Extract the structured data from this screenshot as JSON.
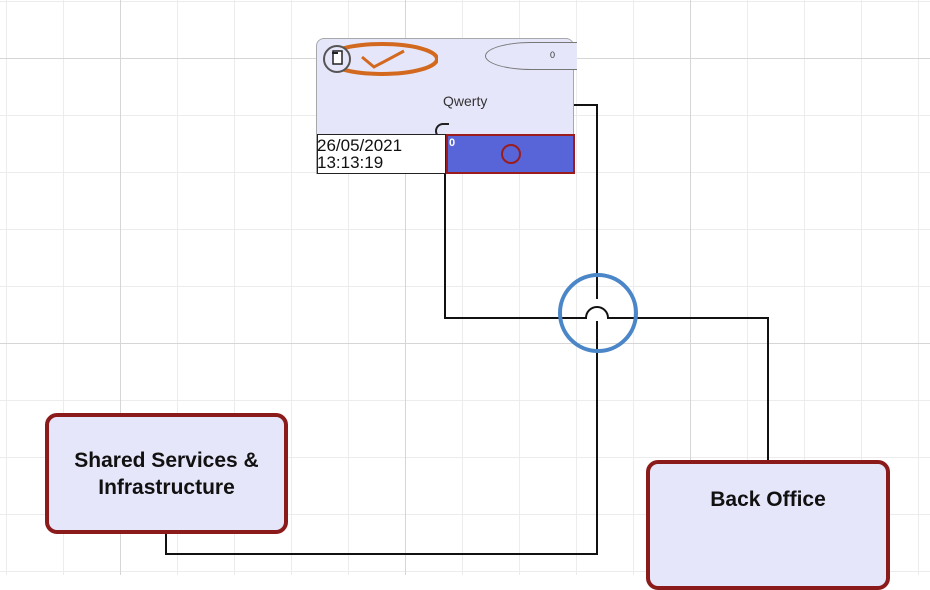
{
  "card": {
    "title": "Qwerty",
    "counter": "0",
    "date": "26/05/2021",
    "time": "13:13:19",
    "status_number": "0"
  },
  "nodes": {
    "shared": "Shared Services & Infrastructure",
    "back_office": "Back Office"
  },
  "colors": {
    "card_fill": "#e6e6fa",
    "node_border": "#8b1a1a",
    "status_fill": "#5865d8",
    "check_orange": "#d2691e",
    "highlight_blue": "#4a86c8"
  }
}
